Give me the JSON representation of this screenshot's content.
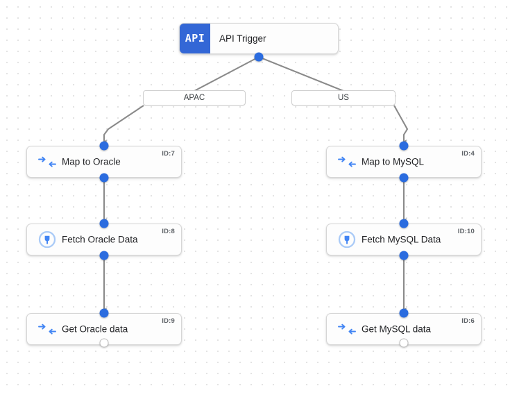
{
  "canvas": {
    "background_color": "#ffffff",
    "dot_grid_color": "#e3e3e3",
    "edge_color": "#8a8a8a",
    "port_color": "#2b6cdf",
    "accent_color": "#3367d6"
  },
  "trigger": {
    "badge_text": "API",
    "title": "API Trigger",
    "icon": "api-badge-icon"
  },
  "branches": [
    {
      "label": "APAC"
    },
    {
      "label": "US"
    }
  ],
  "nodes": [
    {
      "label": "Map to Oracle",
      "id_text": "ID:7",
      "icon": "map-arrows-icon"
    },
    {
      "label": "Fetch Oracle Data",
      "id_text": "ID:8",
      "icon": "plug-connector-icon"
    },
    {
      "label": "Get Oracle data",
      "id_text": "ID:9",
      "icon": "map-arrows-icon"
    },
    {
      "label": "Map to MySQL",
      "id_text": "ID:4",
      "icon": "map-arrows-icon"
    },
    {
      "label": "Fetch MySQL Data",
      "id_text": "ID:10",
      "icon": "plug-connector-icon"
    },
    {
      "label": "Get MySQL data",
      "id_text": "ID:6",
      "icon": "map-arrows-icon"
    }
  ]
}
